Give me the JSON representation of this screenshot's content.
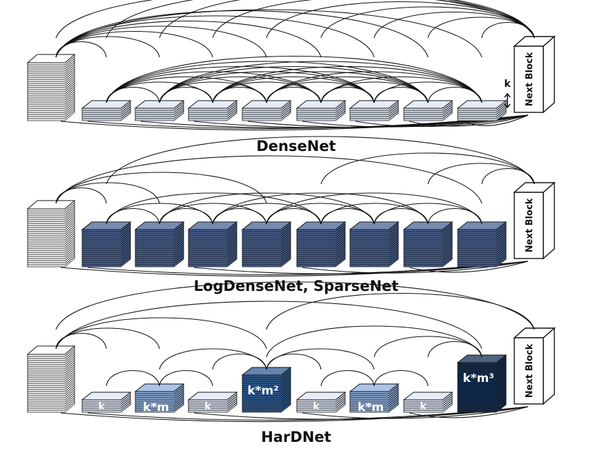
{
  "panels": [
    {
      "id": "densenet",
      "caption": "DenseNet",
      "next_block_label": "Next Block",
      "growth_label": "k",
      "connection_pattern": "all-to-all",
      "layers": [
        {
          "label": "",
          "depth": "thin",
          "color": "#dde6f5"
        },
        {
          "label": "",
          "depth": "thin",
          "color": "#dde6f5"
        },
        {
          "label": "",
          "depth": "thin",
          "color": "#dde6f5"
        },
        {
          "label": "",
          "depth": "thin",
          "color": "#dde6f5"
        },
        {
          "label": "",
          "depth": "thin",
          "color": "#dde6f5"
        },
        {
          "label": "",
          "depth": "thin",
          "color": "#dde6f5"
        },
        {
          "label": "",
          "depth": "thin",
          "color": "#dde6f5"
        },
        {
          "label": "",
          "depth": "thin",
          "color": "#dde6f5"
        }
      ]
    },
    {
      "id": "logdensenet",
      "caption": "LogDenseNet, SparseNet",
      "next_block_label": "Next Block",
      "connection_pattern": "log-spaced",
      "layers": [
        {
          "label": "",
          "depth": "thick",
          "color": "#4a6496"
        },
        {
          "label": "",
          "depth": "thick",
          "color": "#4a6496"
        },
        {
          "label": "",
          "depth": "thick",
          "color": "#4a6496"
        },
        {
          "label": "",
          "depth": "thick",
          "color": "#4a6496"
        },
        {
          "label": "",
          "depth": "thick",
          "color": "#4a6496"
        },
        {
          "label": "",
          "depth": "thick",
          "color": "#4a6496"
        },
        {
          "label": "",
          "depth": "thick",
          "color": "#4a6496"
        },
        {
          "label": "",
          "depth": "thick",
          "color": "#4a6496"
        }
      ]
    },
    {
      "id": "hardnet",
      "caption": "HarDNet",
      "next_block_label": "Next Block",
      "connection_pattern": "harmonic",
      "layers": [
        {
          "label": "k",
          "depth": "thin",
          "color": "#dde6f5"
        },
        {
          "label": "k*m",
          "depth": "medium",
          "color": "#8fb0df"
        },
        {
          "label": "k",
          "depth": "thin",
          "color": "#dde6f5"
        },
        {
          "label": "k*m²",
          "depth": "thick",
          "color": "#2f5e97"
        },
        {
          "label": "k",
          "depth": "thin",
          "color": "#dde6f5"
        },
        {
          "label": "k*m",
          "depth": "medium",
          "color": "#8fb0df"
        },
        {
          "label": "k",
          "depth": "thin",
          "color": "#dde6f5"
        },
        {
          "label": "k*m³",
          "depth": "xthick",
          "color": "#142f55"
        }
      ]
    }
  ]
}
